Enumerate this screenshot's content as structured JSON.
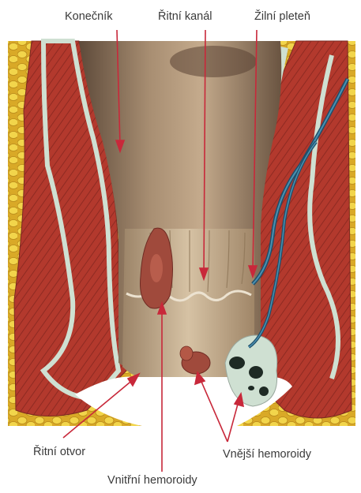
{
  "labels": {
    "rectum": "Konečník",
    "anal_canal": "Řitní kanál",
    "venous_plexus": "Žilní pleteň",
    "anus": "Řitní otvor",
    "external_hemorrhoids": "Vnější hemoroidy",
    "internal_hemorrhoids": "Vnitřní hemoroidy"
  },
  "colors": {
    "leader_line": "#c8283a",
    "fat": "#e8c53a",
    "muscle": "#b83a2e",
    "mucosa": "#cfe0d2",
    "canal": "#8a7055",
    "hemorrhoid": "#a04a3c",
    "vein": "#2a6a8a"
  }
}
